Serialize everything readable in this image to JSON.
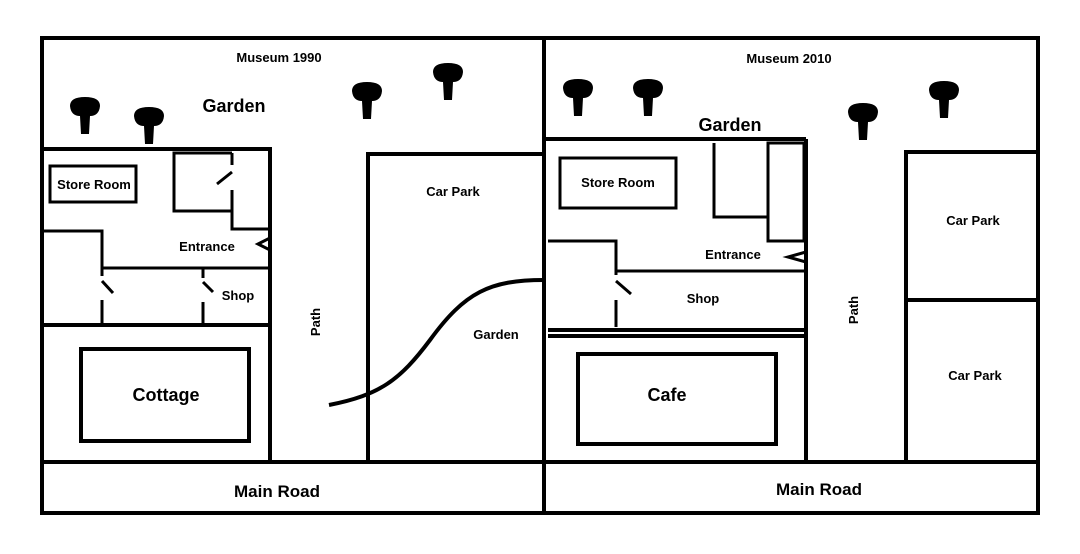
{
  "map_1990": {
    "title": "Museum 1990",
    "garden_top": "Garden",
    "store_room": "Store Room",
    "entrance": "Entrance",
    "shop": "Shop",
    "cottage": "Cottage",
    "path": "Path",
    "car_park": "Car Park",
    "garden_inner": "Garden",
    "road": "Main Road"
  },
  "map_2010": {
    "title": "Museum 2010",
    "garden_top": "Garden",
    "store_room": "Store Room",
    "entrance": "Entrance",
    "shop": "Shop",
    "cafe": "Cafe",
    "path": "Path",
    "car_park_1": "Car Park",
    "car_park_2": "Car Park",
    "road": "Main Road"
  },
  "icons": {
    "tree": "tree-icon"
  }
}
